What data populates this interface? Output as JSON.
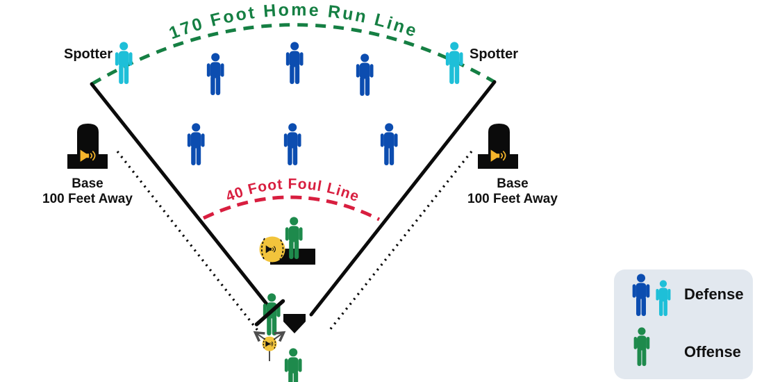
{
  "labels": {
    "home_run_line": "170 Foot Home Run Line",
    "foul_line": "40 Foot Foul Line",
    "spotter_left": "Spotter",
    "spotter_right": "Spotter",
    "base_left_line1": "Base",
    "base_left_line2": "100 Feet Away",
    "base_right_line1": "Base",
    "base_right_line2": "100 Feet Away",
    "legend_defense": "Defense",
    "legend_offense": "Offense"
  },
  "colors": {
    "defense_blue": "#0C4DB0",
    "spotter_cyan": "#1EBFD8",
    "offense_green": "#1E8A4C",
    "home_run_green": "#157F43",
    "foul_red": "#D81E3F",
    "line_black": "#0B0B0B",
    "equipment_yellow": "#F5B52B",
    "ball_yellow": "#F2C43C",
    "arrow_gray": "#4D4D4D",
    "legend_bg": "#E2E8EF",
    "label_black": "#111111"
  },
  "figures": {
    "defense_fielders": 6,
    "spotters": 2,
    "offense_players": 3
  }
}
